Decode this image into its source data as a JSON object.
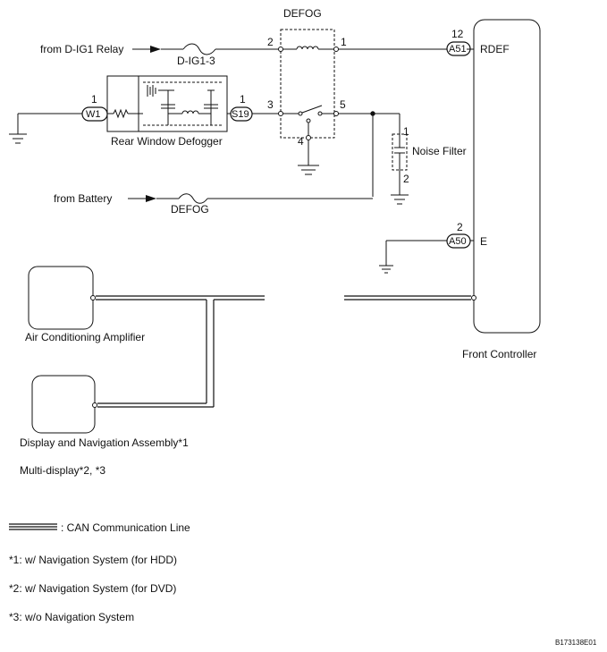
{
  "relay": {
    "title": "DEFOG",
    "pins": {
      "p1": "1",
      "p2": "2",
      "p3": "3",
      "p4": "4",
      "p5": "5"
    }
  },
  "sources": {
    "dig1_relay": "from D-IG1 Relay",
    "battery": "from Battery"
  },
  "fuses": {
    "dig1": "D-IG1-3",
    "defog": "DEFOG"
  },
  "defogger": {
    "label": "Rear Window Defogger",
    "pin_left": "1",
    "pin_right": "1",
    "connector_left": "W1",
    "connector_right": "S19"
  },
  "noise_filter": {
    "label": "Noise Filter",
    "pin_top": "1",
    "pin_bottom": "2"
  },
  "front_controller": {
    "label": "Front Controller",
    "rdef_pin": "12",
    "rdef_connector": "A51",
    "rdef_label": "RDEF",
    "e_pin": "2",
    "e_connector": "A50",
    "e_label": "E"
  },
  "modules": {
    "ac_amp": "Air Conditioning Amplifier",
    "display_nav": "Display and Navigation Assembly*1",
    "multi_display": "Multi-display*2, *3"
  },
  "legend": {
    "can_line": ": CAN Communication Line"
  },
  "notes": [
    "*1: w/ Navigation System (for HDD)",
    "*2: w/ Navigation System (for DVD)",
    "*3: w/o Navigation System"
  ],
  "figure_id": "B173138E01"
}
